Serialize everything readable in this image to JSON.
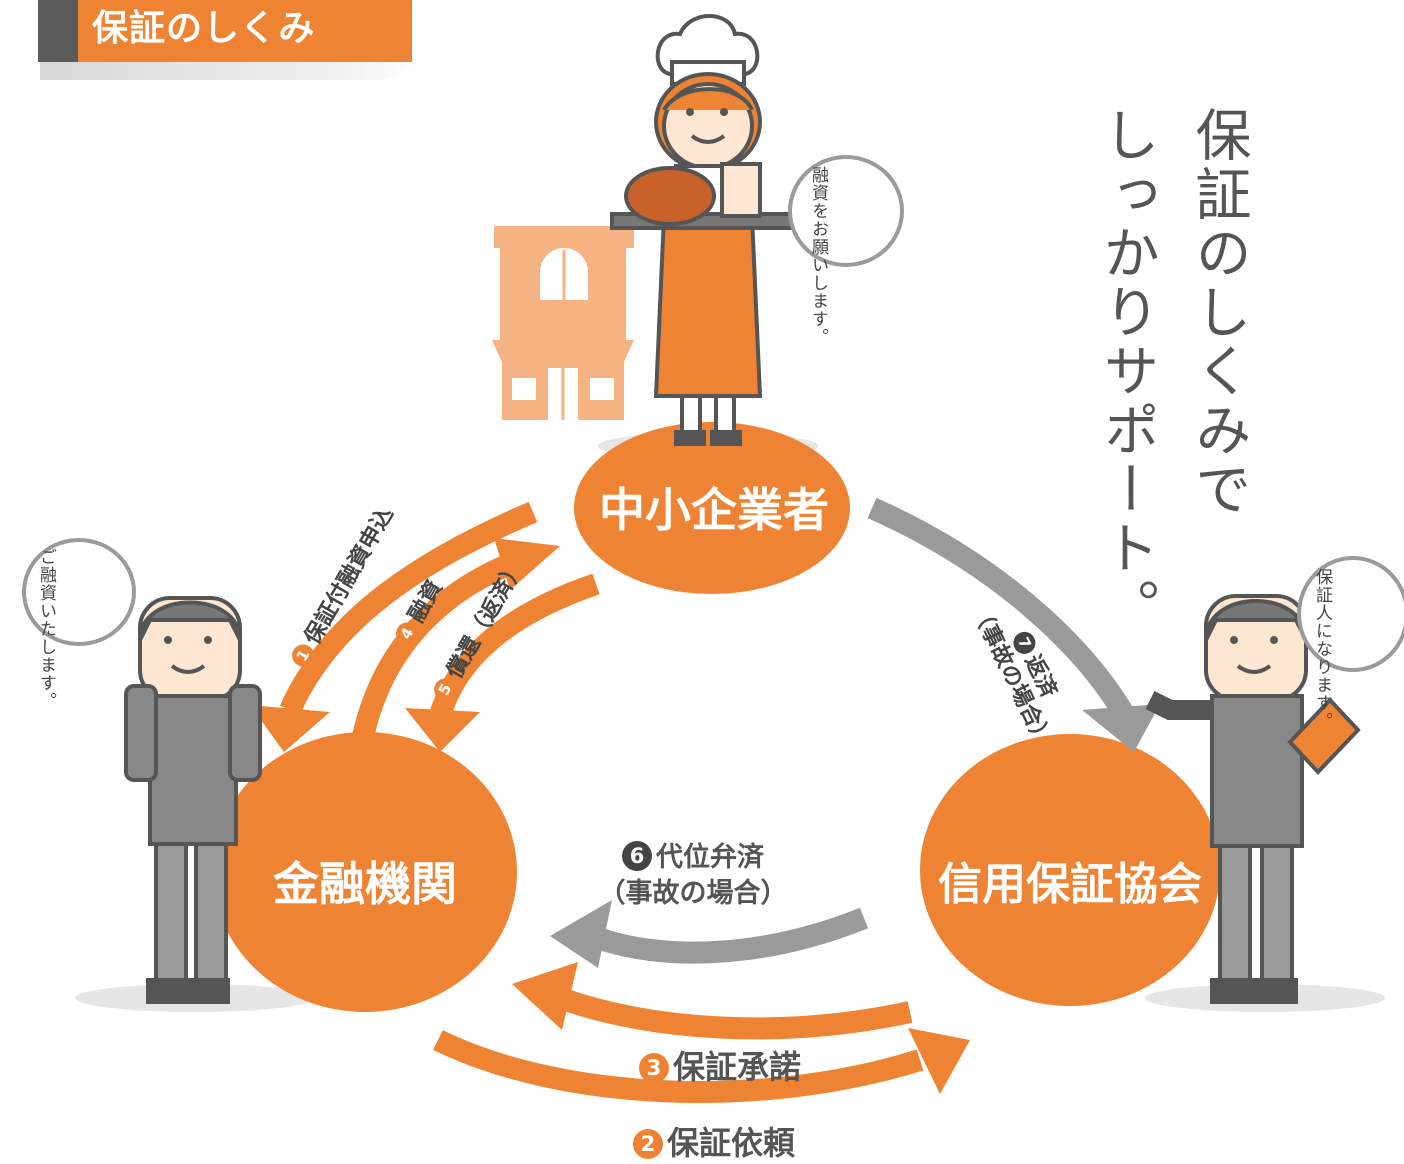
{
  "header": {
    "title": "保証のしくみ"
  },
  "catch_copy": {
    "line1": "保証のしくみで",
    "line2": "しっかりサポート。"
  },
  "parties": {
    "sme": "中小企業者",
    "bank": "金融機関",
    "guarantee_corp": "信用保証協会"
  },
  "bubbles": {
    "chef": [
      "融資を",
      "お願い",
      "します。"
    ],
    "bank": [
      "ご融資",
      "いたし",
      "ます。"
    ],
    "guarantee": [
      "保証人に",
      "なります。"
    ]
  },
  "flows": [
    {
      "num": "1",
      "label": "保証付融資申込"
    },
    {
      "num": "2",
      "label": "保証依頼"
    },
    {
      "num": "3",
      "label": "保証承諾"
    },
    {
      "num": "4",
      "label": "融資"
    },
    {
      "num": "5",
      "label": "償還（返済）"
    },
    {
      "num": "6",
      "label": "代位弁済",
      "sub": "（事故の場合）"
    },
    {
      "num": "7",
      "label": "返済",
      "sub": "（事故の場合）"
    }
  ],
  "colors": {
    "orange": "#ee8433",
    "gray": "#9a9a9a",
    "dark": "#5a5a5a",
    "light_orange": "#f5b384"
  }
}
